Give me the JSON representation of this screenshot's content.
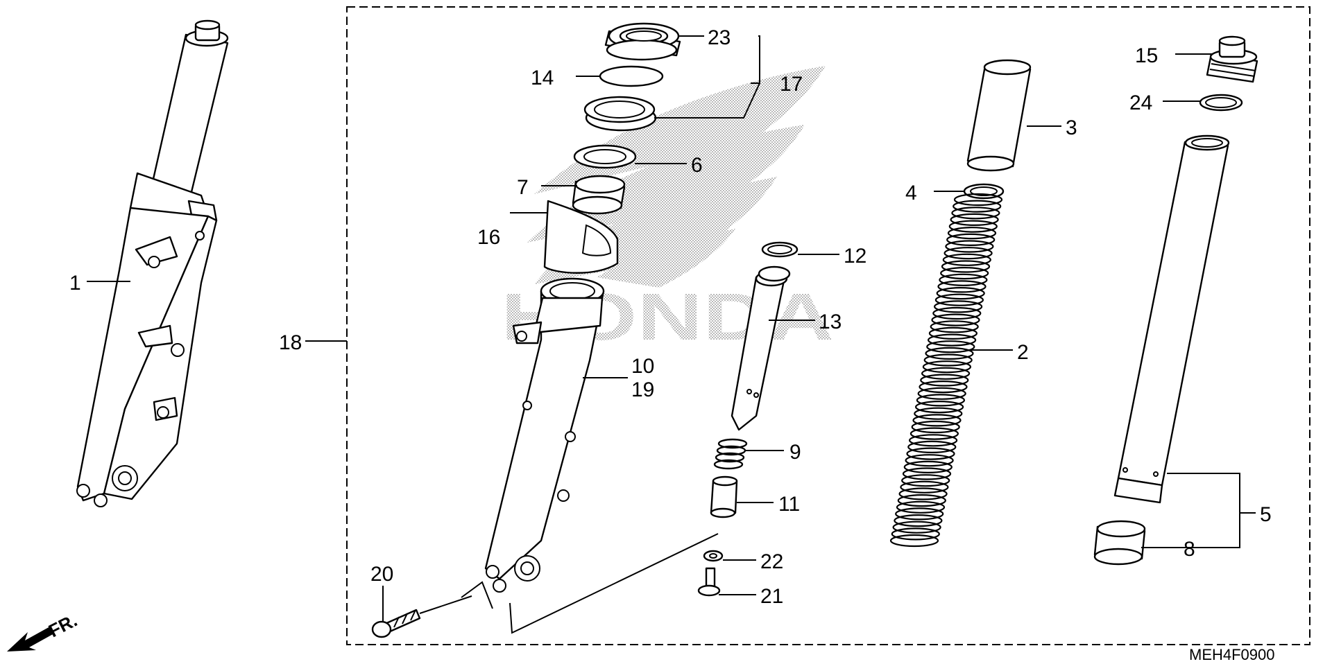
{
  "diagram": {
    "code": "MEH4F0900",
    "direction_label": "FR.",
    "callouts": [
      {
        "id": "callout-1",
        "number": "1"
      },
      {
        "id": "callout-2",
        "number": "2"
      },
      {
        "id": "callout-3",
        "number": "3"
      },
      {
        "id": "callout-4",
        "number": "4"
      },
      {
        "id": "callout-5",
        "number": "5"
      },
      {
        "id": "callout-6",
        "number": "6"
      },
      {
        "id": "callout-7",
        "number": "7"
      },
      {
        "id": "callout-8",
        "number": "8"
      },
      {
        "id": "callout-9",
        "number": "9"
      },
      {
        "id": "callout-10",
        "number": "10"
      },
      {
        "id": "callout-11",
        "number": "11"
      },
      {
        "id": "callout-12",
        "number": "12"
      },
      {
        "id": "callout-13",
        "number": "13"
      },
      {
        "id": "callout-14",
        "number": "14"
      },
      {
        "id": "callout-15",
        "number": "15"
      },
      {
        "id": "callout-16",
        "number": "16"
      },
      {
        "id": "callout-17",
        "number": "17"
      },
      {
        "id": "callout-18",
        "number": "18"
      },
      {
        "id": "callout-19",
        "number": "19"
      },
      {
        "id": "callout-20",
        "number": "20"
      },
      {
        "id": "callout-21",
        "number": "21"
      },
      {
        "id": "callout-22",
        "number": "22"
      },
      {
        "id": "callout-23",
        "number": "23"
      },
      {
        "id": "callout-24",
        "number": "24"
      }
    ],
    "watermark": "HONDA"
  }
}
